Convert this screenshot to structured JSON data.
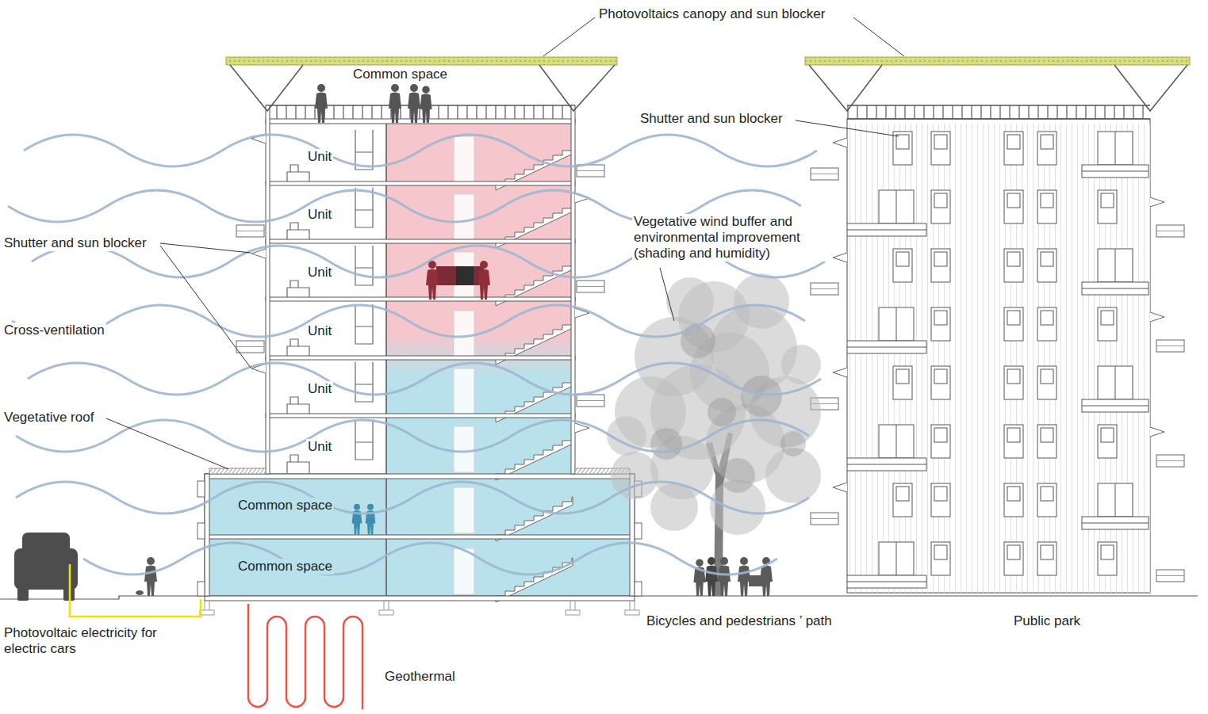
{
  "diagram": {
    "labels": [
      "Photovoltaics canopy and sun blocker",
      "Common space",
      "Shutter and sun blocker",
      "Unit",
      "Unit",
      "Unit",
      "Unit",
      "Unit",
      "Unit",
      "Shutter and sun blocker",
      "Vegetative wind buffer and environmental improvement (shading and humidity)",
      "Cross-ventilation",
      "Vegetative roof",
      "Common space",
      "Common space",
      "Photovoltaic electricity for electric cars",
      "Bicycles and pedestrians ’ path",
      "Public park",
      "Geothermal"
    ]
  }
}
